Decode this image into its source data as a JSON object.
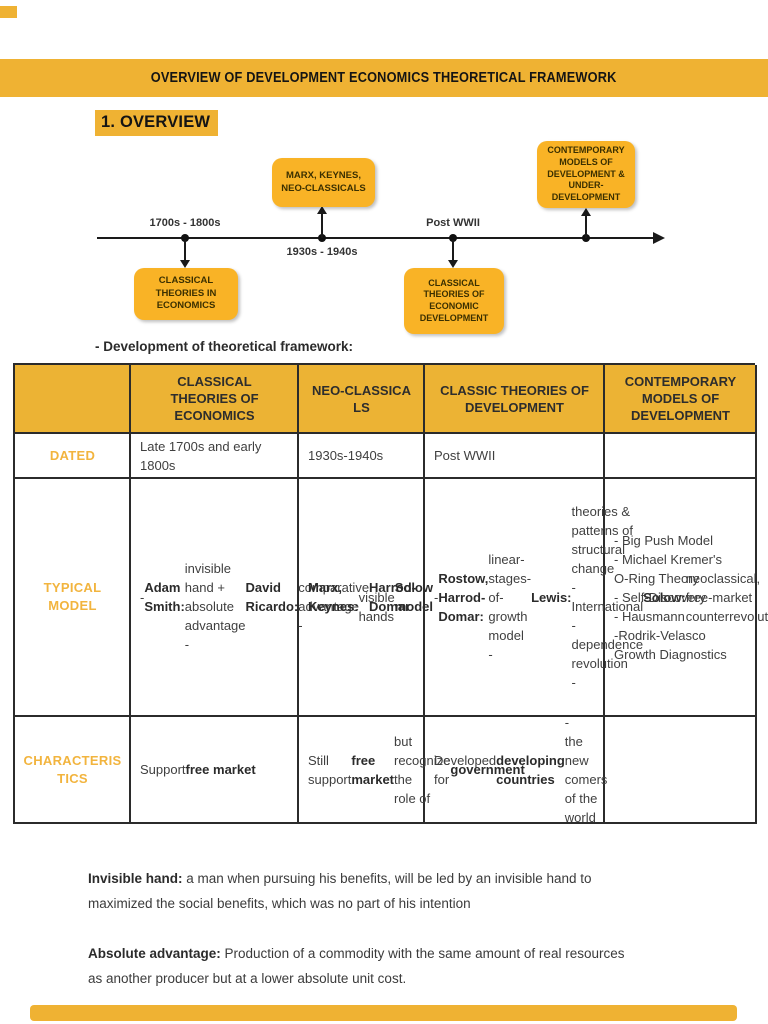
{
  "colors": {
    "banner_yellow": "#EFB233",
    "diagram_box_yellow": "#F9B326",
    "table_header_yellow": "#ECB334",
    "row_label_amber": "#F2B43E",
    "ink": "#141414",
    "body_text": "#3f3f3f",
    "table_border": "#2b2b2b"
  },
  "page": {
    "banner_title": "OVERVIEW OF DEVELOPMENT ECONOMICS THEORETICAL FRAMEWORK",
    "section_title": "1. OVERVIEW",
    "subtitle": "- Development of theoretical framework:"
  },
  "timeline": {
    "label_1700s": "1700s - 1800s",
    "label_1930s": "1930s - 1940s",
    "label_postwwii": "Post WWII",
    "box_marx": "MARX, KEYNES,\nNEO-CLASSICALS",
    "box_contemporary": "CONTEMPORARY\nMODELS OF\nDEVELOPMENT &\nUNDER-\nDEVELOPMENT",
    "box_classical_econ": "CLASSICAL\nTHEORIES IN\nECONOMICS",
    "box_classical_dev": "CLASSICAL\nTHEORIES OF\nECONOMIC\nDEVELOPMENT"
  },
  "table": {
    "headers": [
      "",
      "CLASSICAL\nTHEORIES OF\nECONOMICS",
      "NEO-CLASSICA\nLS",
      "CLASSIC THEORIES OF\nDEVELOPMENT",
      "CONTEMPORARY\nMODELS OF\nDEVELOPMENT"
    ],
    "rows": [
      {
        "label": "DATED",
        "cells": [
          [
            {
              "t": "Late 1700s and early\n1800s"
            }
          ],
          [
            {
              "t": "1930s-1940s"
            }
          ],
          [
            {
              "t": "Post WWII"
            }
          ],
          []
        ]
      },
      {
        "label": "TYPICAL\nMODEL",
        "cells": [
          [
            {
              "t": "- "
            },
            {
              "t": "Adam Smith:",
              "b": true
            },
            {
              "t": "\ninvisible hand +\nabsolute advantage\n- "
            },
            {
              "t": "David Ricardo:",
              "b": true
            },
            {
              "t": "\ncomparative advantage\n- "
            },
            {
              "t": "Harrod-Domar",
              "b": true
            }
          ],
          [
            {
              "t": "Marx, Keynes:",
              "b": true
            },
            {
              "t": "\nvisible hands\n"
            },
            {
              "t": "Solow model",
              "b": true
            }
          ],
          [
            {
              "t": "- "
            },
            {
              "t": "Rostow,\nHarrod-Domar:",
              "b": true
            },
            {
              "t": "\nlinear-stages-of-growth\nmodel\n- "
            },
            {
              "t": "Lewis:",
              "b": true
            },
            {
              "t": " theories &\npatterns of structural\nchange\n- International\n-dependence revolution\n- "
            },
            {
              "t": "Solow:",
              "b": true
            },
            {
              "t": " neoclassical,\nfree-market\ncounterrevolution"
            }
          ],
          [
            {
              "t": "- Big Push Model\n- Michael Kremer's\nO-Ring Theory\n- Self-Discovery\n- Hausmann\n-Rodrik-Velasco\nGrowth Diagnostics"
            }
          ]
        ]
      },
      {
        "label": "CHARACTERIS\nTICS",
        "cells": [
          [
            {
              "t": "Support "
            },
            {
              "t": "free market",
              "b": true
            }
          ],
          [
            {
              "t": "Still support "
            },
            {
              "t": "free\nmarket",
              "b": true
            },
            {
              "t": " but\nrecognize the\nrole of\n"
            },
            {
              "t": "government",
              "b": true
            }
          ],
          [
            {
              "t": "Developed for\n"
            },
            {
              "t": "developing countries",
              "b": true
            },
            {
              "t": " -\nthe new comers of the\nworld"
            }
          ],
          []
        ]
      }
    ]
  },
  "notes": [
    [
      {
        "t": "Invisible hand:",
        "b": true
      },
      {
        "t": " a man when pursuing his benefits, will be led by an invisible hand to\nmaximized the social benefits, which was no part of his intention"
      }
    ],
    [
      {
        "t": "Absolute advantage:",
        "b": true
      },
      {
        "t": " Production of a commodity with the same amount of real resources\nas another producer but at a lower absolute unit cost."
      }
    ]
  ]
}
